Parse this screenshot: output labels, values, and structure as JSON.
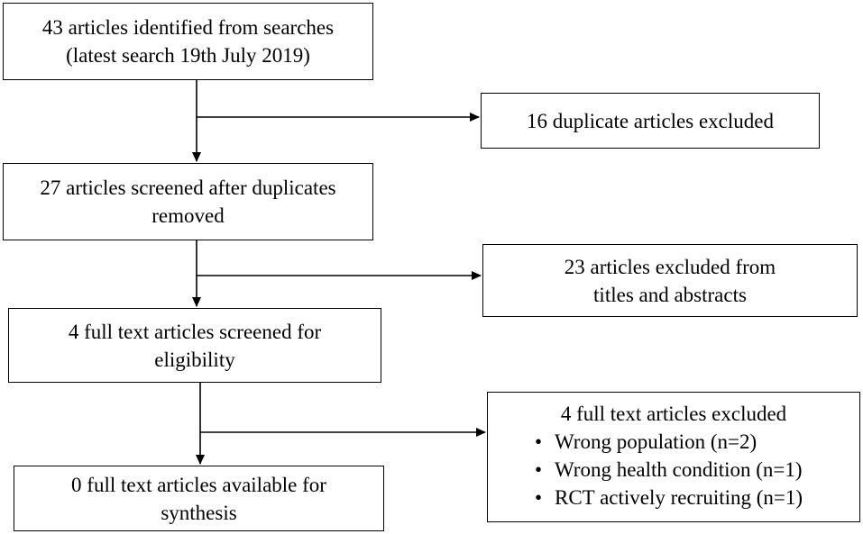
{
  "boxes": {
    "identified": {
      "lines": [
        "43 articles identified from searches",
        "(latest search 19th July 2019)"
      ]
    },
    "screened": {
      "lines": [
        "27 articles screened after duplicates",
        "removed"
      ]
    },
    "full_text": {
      "lines": [
        "4 full text articles screened for",
        "eligibility"
      ]
    },
    "synthesis": {
      "lines": [
        "0 full text articles available for",
        "synthesis"
      ]
    }
  },
  "exclusions": {
    "duplicates": {
      "lines": [
        "16 duplicate articles excluded"
      ]
    },
    "titles": {
      "lines": [
        "23 articles excluded from",
        "titles and abstracts"
      ]
    },
    "full_text": {
      "title": "4 full text articles excluded",
      "reasons": [
        "Wrong population (n=2)",
        "Wrong health condition (n=1)",
        "RCT actively recruiting (n=1)"
      ],
      "bullet": "•"
    }
  }
}
